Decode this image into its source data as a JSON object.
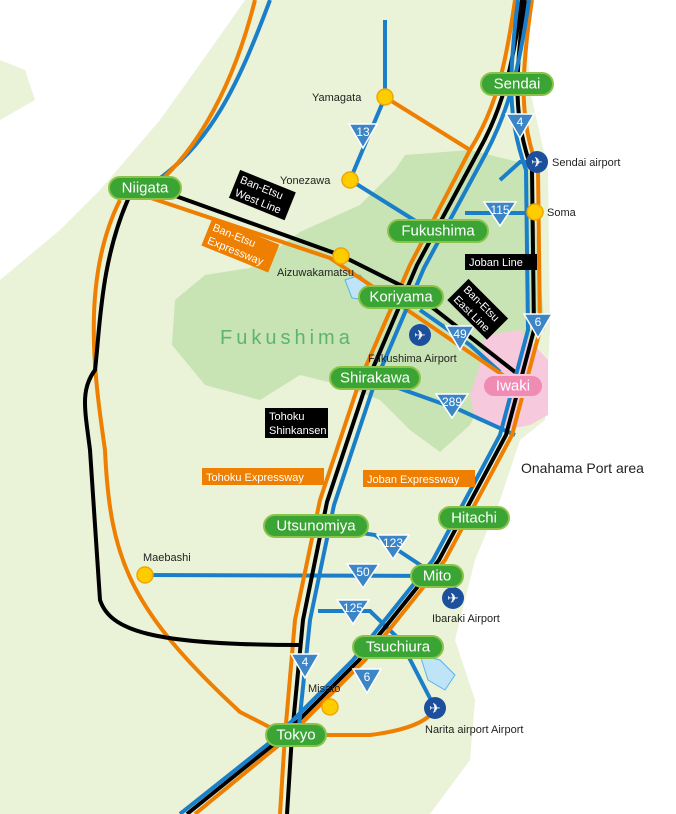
{
  "cities": {
    "sendai": "Sendai",
    "niigata": "Niigata",
    "fukushima": "Fukushima",
    "koriyama": "Koriyama",
    "shirakawa": "Shirakawa",
    "iwaki": "Iwaki",
    "utsunomiya": "Utsunomiya",
    "hitachi": "Hitachi",
    "mito": "Mito",
    "tsuchiura": "Tsuchiura",
    "tokyo": "Tokyo"
  },
  "towns": {
    "yamagata": "Yamagata",
    "yonezawa": "Yonezawa",
    "aizuwakamatsu": "Aizuwakamatsu",
    "soma": "Soma",
    "maebashi": "Maebashi",
    "misato": "Misato"
  },
  "airports": {
    "sendai": "Sendai airport",
    "fukushima": "Fukushima Airport",
    "ibaraki": "Ibaraki Airport",
    "narita": "Narita airport Airport"
  },
  "routes": {
    "r13": "13",
    "r4a": "4",
    "r115": "115",
    "r6a": "6",
    "r49": "49",
    "r289": "289",
    "r123": "123",
    "r50": "50",
    "r125": "125",
    "r4b": "4",
    "r6b": "6"
  },
  "lines": {
    "banetsu_west_1": "Ban-Etsu",
    "banetsu_west_2": "West Line",
    "joban_line": "Joban Line",
    "banetsu_east_1": "Ban-Etsu",
    "banetsu_east_2": "East Line",
    "shinkansen_1": "Tohoku",
    "shinkansen_2": "Shinkansen"
  },
  "expressways": {
    "banetsu_1": "Ban-Etsu",
    "banetsu_2": "Expressway",
    "tohoku": "Tohoku Expressway",
    "joban": "Joban Expressway"
  },
  "region": "Fukushima",
  "port": "Onahama Port area",
  "colors": {
    "land": "#eaf2d7",
    "prefecture": "#c8e3b4",
    "iwaki": "#f7c9dc",
    "rail": "#000000",
    "expressway": "#ee7f00",
    "road": "#1a7fc8",
    "city": "#3aa535"
  }
}
